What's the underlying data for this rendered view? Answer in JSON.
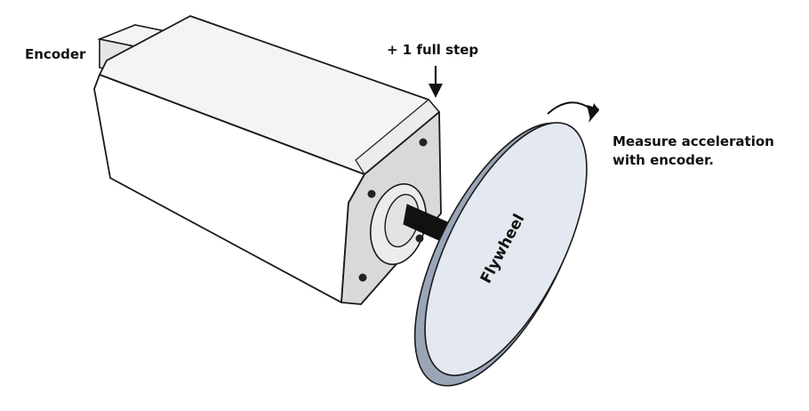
{
  "labels": {
    "encoder": "Encoder",
    "full_step": "+ 1 full step",
    "measure_line1": "Measure acceleration",
    "measure_line2": "with encoder.",
    "flywheel": "Flywheel"
  },
  "colors": {
    "outline": "#1a1a1a",
    "motor_side": "#ffffff",
    "motor_top": "#f4f4f4",
    "motor_front": "#d9d9d9",
    "motor_end": "#e8e8e8",
    "shaft": "#111111",
    "flywheel_face": "#e4e8f0",
    "flywheel_rim": "#9aa6b8"
  }
}
